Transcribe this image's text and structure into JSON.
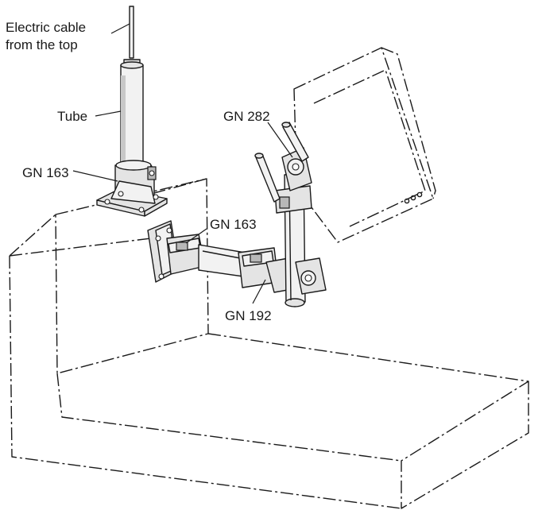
{
  "labels": {
    "electric_cable_1": "Electric cable",
    "electric_cable_2": "from the top",
    "tube": "Tube",
    "gn163_base": "GN 163",
    "gn163_arm": "GN 163",
    "gn282": "GN 282",
    "gn192": "GN 192"
  }
}
